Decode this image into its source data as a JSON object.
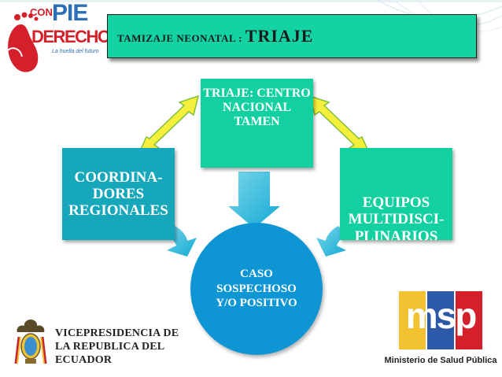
{
  "header": {
    "title_prefix": "TAMIZAJE NEONATAL : ",
    "title_main": "TRIAJE"
  },
  "logos": {
    "left_logo_line1": "CON",
    "left_logo_line2": "PIE",
    "left_logo_line3": "DERECHO",
    "left_logo_tagline": "La huella del futuro",
    "vice_line1": "VICEPRESIDENCIA DE",
    "vice_line2": "LA REPUBLICA DEL ECUADOR",
    "msp_mark": "msp",
    "msp_caption": "Ministerio de Salud Pública"
  },
  "diagram": {
    "center_node": "CASO SOSPECHOSO Y/O POSITIVO",
    "top_node": "TRIAJE: CENTRO NACIONAL TAMEN",
    "left_node": "COORDINA-DORES REGIONALES",
    "right_node": "EQUIPOS MULTIDISCI-PLINARIOS"
  },
  "colors": {
    "teal": "#13d0a1",
    "blue_teal": "#17a7bb",
    "center_blue": "#0e96d4",
    "arrow_yellow": "#f4ef3a",
    "arrow_outline": "#7fbf3a"
  }
}
